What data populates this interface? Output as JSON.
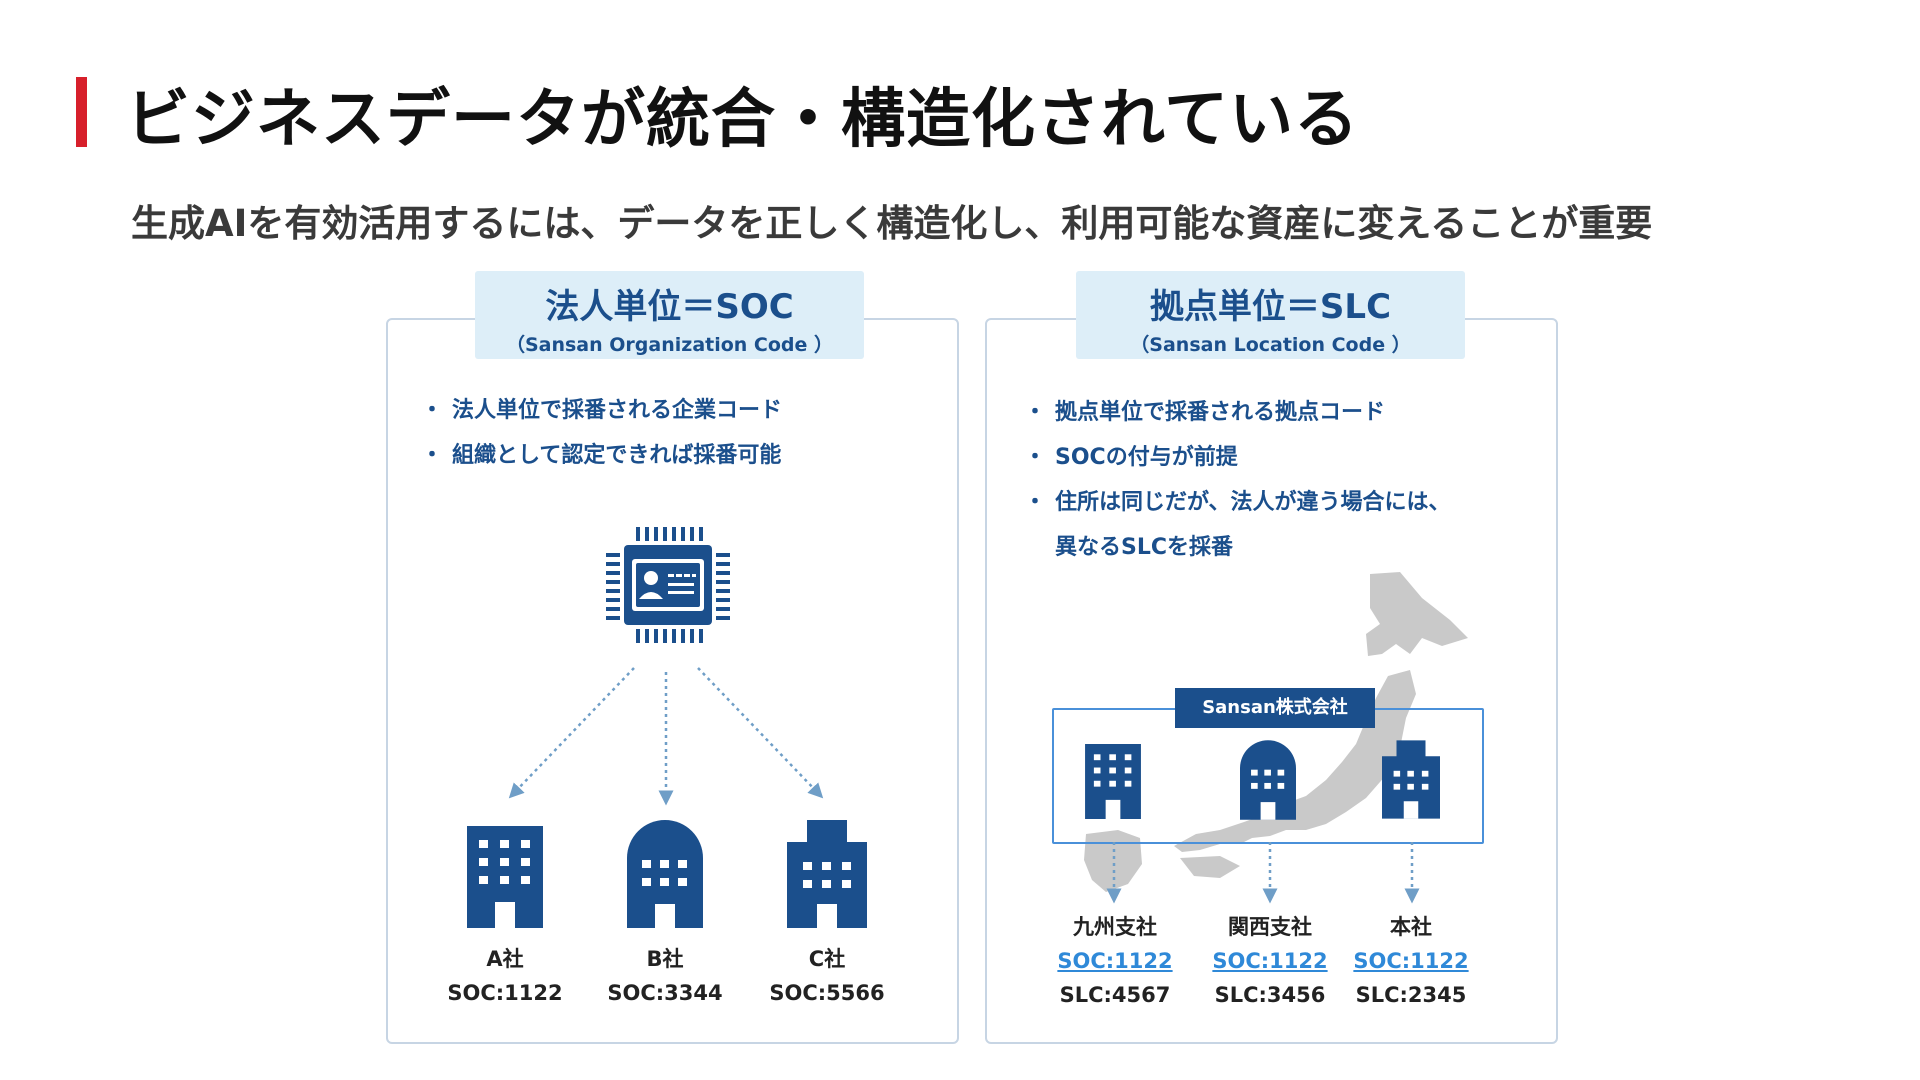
{
  "page": {
    "title": "ビジネスデータが統合・構造化されている",
    "subtitle": "生成AIを有効活用するには、データを正しく構造化し、利用可能な資産に変えることが重要"
  },
  "colors": {
    "accent_red": "#d7202b",
    "brand_blue": "#1b4f8c",
    "title_bg": "#ddeef8",
    "link_blue": "#2f89d8",
    "map_gray": "#c9c9c9"
  },
  "soc_panel": {
    "title": "法人単位＝SOC",
    "subtitle": "（Sansan Organization Code ）",
    "bullets": [
      "法人単位で採番される企業コード",
      "組織として認定できれば採番可能"
    ],
    "icon": "id-card-chip-icon",
    "companies": [
      {
        "name": "A社",
        "code": "SOC:1122",
        "icon": "office-building-icon"
      },
      {
        "name": "B社",
        "code": "SOC:3344",
        "icon": "dome-building-icon"
      },
      {
        "name": "C社",
        "code": "SOC:5566",
        "icon": "stepped-building-icon"
      }
    ]
  },
  "slc_panel": {
    "title": "拠点単位＝SLC",
    "subtitle": "（Sansan Location Code ）",
    "bullets": [
      "拠点単位で採番される拠点コード",
      "SOCの付与が前提",
      "住所は同じだが、法人が違う場合には、",
      "異なるSLCを採番"
    ],
    "map_icon": "japan-map-icon",
    "company_name": "Sansan株式会社",
    "locations": [
      {
        "name": "九州支社",
        "soc": "SOC:1122",
        "slc": "SLC:4567",
        "icon": "office-building-icon"
      },
      {
        "name": "関西支社",
        "soc": "SOC:1122",
        "slc": "SLC:3456",
        "icon": "dome-building-icon"
      },
      {
        "name": "本社",
        "soc": "SOC:1122",
        "slc": "SLC:2345",
        "icon": "stepped-building-icon"
      }
    ]
  }
}
